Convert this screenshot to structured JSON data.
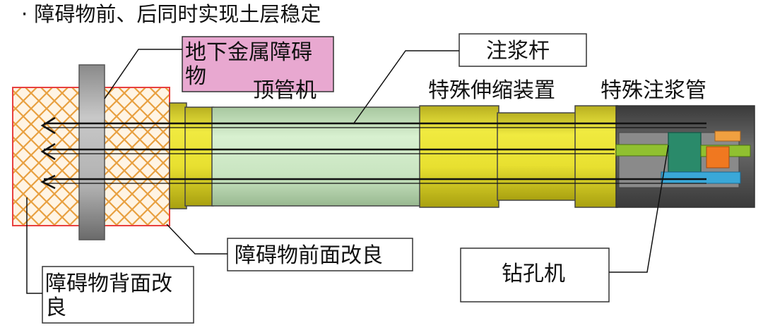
{
  "title": "· 障碍物前、后同时实现土层稳定",
  "labels": {
    "obstacle_line1": "地下金属障碍",
    "obstacle_line2": "物",
    "jacking_machine": "顶管机",
    "grout_rod": "注浆杆",
    "telescopic_device": "特殊伸缩装置",
    "grout_pipe": "特殊注浆管",
    "front_improvement": "障碍物前面改良",
    "back_line1": "障碍物背面改",
    "back_line2": "良",
    "drilling_machine": "钻孔机"
  },
  "colors": {
    "pink_box": "#e8a8d0",
    "hatch": "#e8a040",
    "hatch_border": "#e84040",
    "obstacle_plate": "#a8a8a8",
    "yellow": "#e6e02a",
    "light_green": "#c8e8c0",
    "dark_gray": "#505050",
    "teal": "#2a8a6a",
    "orange": "#f07820",
    "blue": "#3aa8d8",
    "green_rod": "#90c030"
  },
  "watermark": "cn"
}
